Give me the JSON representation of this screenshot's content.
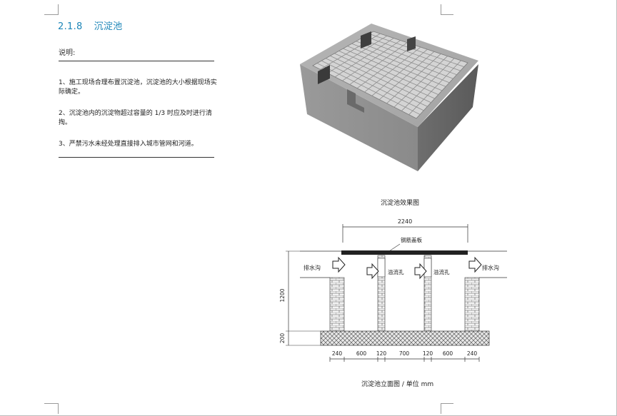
{
  "section": {
    "number": "2.1.8",
    "title": "沉淀池"
  },
  "description_label": "说明:",
  "notes": [
    "1、施工现场合理布置沉淀池，沉淀池的大小根据现场实际确定。",
    "2、沉淀池内的沉淀物超过容量的 1/3 时应及时进行清掏。",
    "3、严禁污水未经处理直接排入城市管网和河道。"
  ],
  "render_caption": "沉淀池效果图",
  "elevation": {
    "caption": "沉淀池立面图 / 单位 mm",
    "total_width": "2240",
    "cover_label": "钢筋盖板",
    "drain_left": "排水沟",
    "drain_right": "排水沟",
    "overflow_1": "溢流孔",
    "overflow_2": "溢流孔",
    "height_wall": "1200",
    "height_base": "200",
    "widths": [
      "240",
      "600",
      "120",
      "700",
      "120",
      "600",
      "240"
    ]
  },
  "colors": {
    "title": "#1d86b8",
    "concrete": "#8e8e8e",
    "grate": "#c9c9c9"
  }
}
